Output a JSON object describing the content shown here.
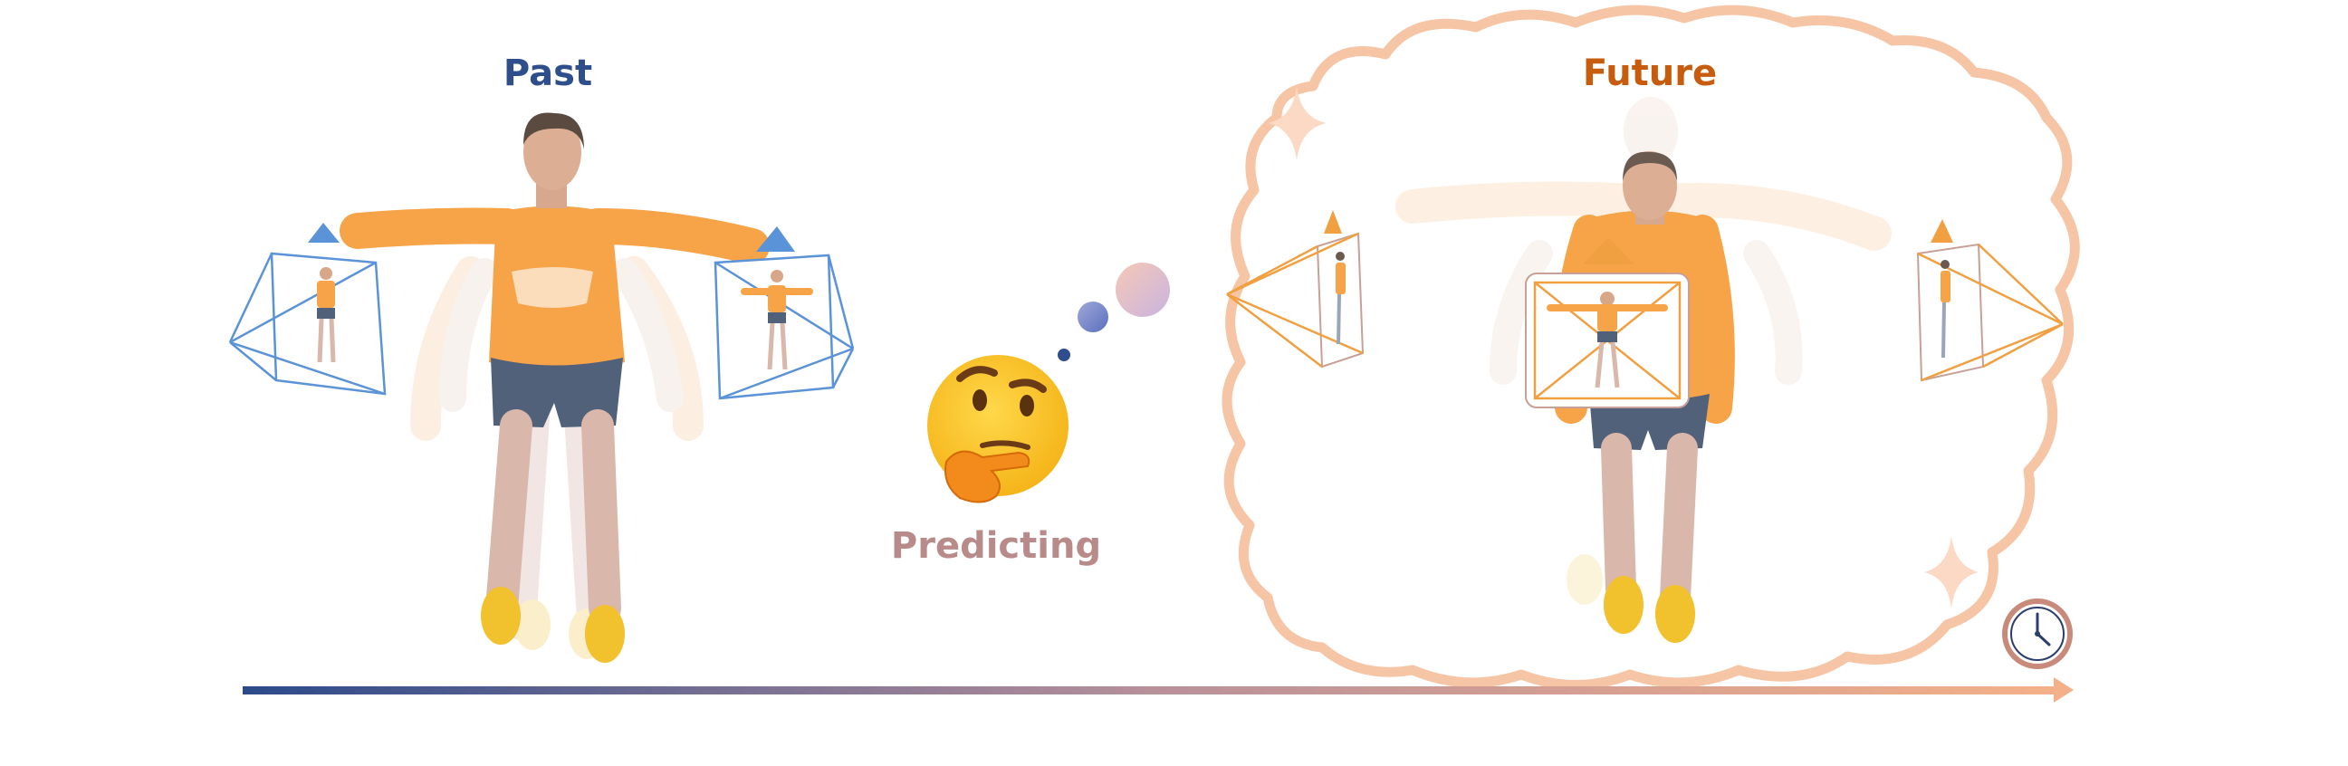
{
  "labels": {
    "past": "Past",
    "future": "Future",
    "predicting": "Predicting"
  },
  "colors": {
    "past": "#2f4e8c",
    "future": "#c75c0e",
    "predicting": "#b98a8a",
    "cloud_outline": "#f6c5a5",
    "past_camera": "#5b93d9",
    "future_camera": "#f0a040",
    "sweater": "#f7a348",
    "shorts": "#51617a",
    "shoes": "#f2c12e",
    "timeline_start": "#2c4a8a",
    "timeline_end": "#f4b088"
  },
  "icons": [
    "thinking-face-icon",
    "clock-icon",
    "sparkle-icon",
    "camera-frustum-icon",
    "thought-bubble-dots"
  ]
}
